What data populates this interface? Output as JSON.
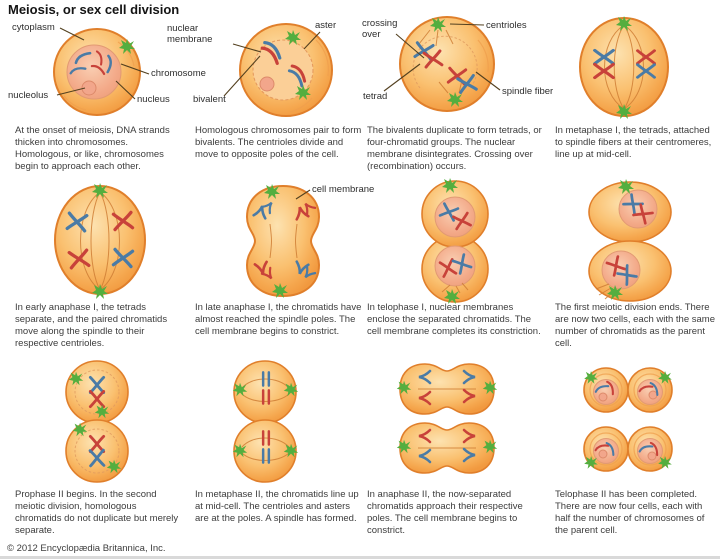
{
  "title": "Meiosis, or sex cell division",
  "copyright": "© 2012 Encyclopædia Britannica, Inc.",
  "colors": {
    "cell_fill": "#f5a64d",
    "cell_border": "#e07f2b",
    "nucleus_fill": "#f3a988",
    "chromosome_blue": "#4a7ba6",
    "chromosome_red": "#c8423a",
    "centriole_green": "#54ae3f"
  },
  "labels": {
    "cytoplasm": "cytoplasm",
    "nuclear_membrane": "nuclear membrane",
    "chromosome": "chromosome",
    "nucleolus": "nucleolus",
    "nucleus": "nucleus",
    "aster": "aster",
    "bivalent": "bivalent",
    "crossing_over": "crossing over",
    "centrioles": "centrioles",
    "tetrad": "tetrad",
    "spindle_fiber": "spindle fiber",
    "cell_membrane": "cell membrane"
  },
  "panels": [
    {
      "stage": "prophase-i-onset",
      "caption": "At the onset of meiosis, DNA strands thicken into chromosomes. Homologous, or like, chromosomes begin to approach each other."
    },
    {
      "stage": "prophase-i-pairing",
      "caption": "Homologous chromosomes pair to form bivalents. The centrioles divide and move to opposite poles of the cell."
    },
    {
      "stage": "prophase-i-crossing-over",
      "caption": "The bivalents duplicate to form tetrads, or four-chromatid groups. The nuclear membrane disintegrates. Crossing over (recombination) occurs."
    },
    {
      "stage": "metaphase-i",
      "caption": "In metaphase I, the tetrads, attached to spindle fibers at their centromeres, line up at mid-cell."
    },
    {
      "stage": "anaphase-i-early",
      "caption": "In early anaphase I, the tetrads separate, and the paired chromatids move along the spindle to their respective centrioles."
    },
    {
      "stage": "anaphase-i-late",
      "caption": "In late anaphase I, the chromatids have almost reached the spindle poles. The cell membrane begins to constrict."
    },
    {
      "stage": "telophase-i",
      "caption": "In telophase I, nuclear membranes enclose the separated chromatids. The cell membrane completes its constriction."
    },
    {
      "stage": "division-i-complete",
      "caption": "The first meiotic division ends. There are now two cells, each with the same number of chromatids as the parent cell."
    },
    {
      "stage": "prophase-ii",
      "caption": "Prophase II begins. In the second meiotic division, homologous chromatids do not duplicate but merely separate."
    },
    {
      "stage": "metaphase-ii",
      "caption": "In metaphase II, the chromatids line up at mid-cell. The centrioles and asters are at the poles. A spindle has formed."
    },
    {
      "stage": "anaphase-ii",
      "caption": "In anaphase II, the now-separated chromatids approach their respective poles. The cell membrane begins to constrict."
    },
    {
      "stage": "telophase-ii",
      "caption": "Telophase II has been completed. There are now four cells, each with half the number of chromosomes of the parent cell."
    }
  ]
}
